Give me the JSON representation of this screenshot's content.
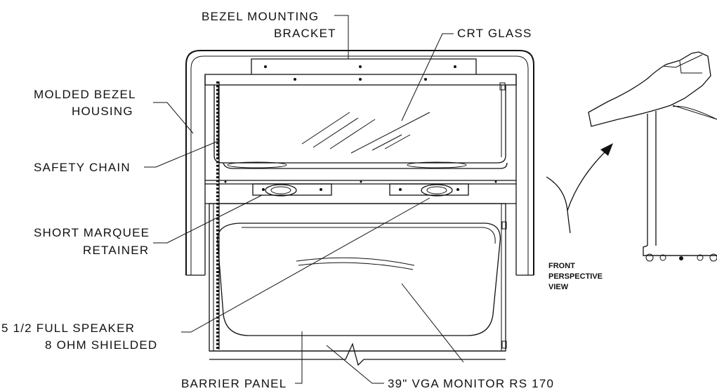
{
  "labels": {
    "bezel_mounting_bracket_1": "BEZEL MOUNTING",
    "bezel_mounting_bracket_2": "BRACKET",
    "crt_glass": "CRT GLASS",
    "molded_bezel_housing_1": "MOLDED BEZEL",
    "molded_bezel_housing_2": "HOUSING",
    "safety_chain": "SAFETY CHAIN",
    "short_marquee_retainer_1": "SHORT MARQUEE",
    "short_marquee_retainer_2": "RETAINER",
    "speaker_1": "5 1/2 FULL SPEAKER",
    "speaker_2": "8 OHM SHIELDED",
    "barrier_panel": "BARRIER PANEL",
    "vga_monitor": "39\" VGA MONITOR RS 170"
  },
  "inset": {
    "line_1": "FRONT",
    "line_2": "PERSPECTIVE",
    "line_3": "VIEW"
  }
}
